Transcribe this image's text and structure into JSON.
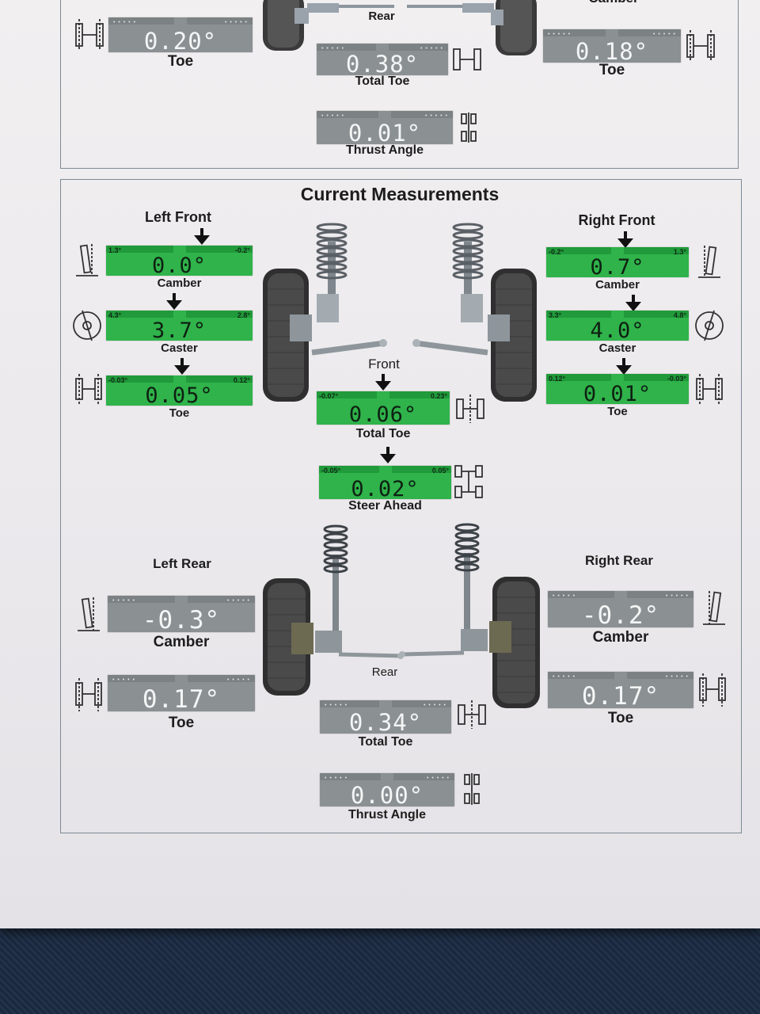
{
  "prev": {
    "rear_label": "Rear",
    "camber_label": "Camber",
    "left_toe": {
      "value": "0.20°",
      "label": "Toe"
    },
    "right_toe": {
      "value": "0.18°",
      "label": "Toe"
    },
    "total_toe": {
      "value": "0.38°",
      "label": "Total Toe"
    },
    "thrust_angle": {
      "value": "0.01°",
      "label": "Thrust Angle"
    }
  },
  "current": {
    "title": "Current Measurements",
    "front_label": "Front",
    "rear_label": "Rear",
    "left_front": {
      "heading": "Left Front",
      "camber": {
        "value": "0.0°",
        "label": "Camber",
        "min": "1.3°",
        "max": "-0.2°"
      },
      "caster": {
        "value": "3.7°",
        "label": "Caster",
        "min": "4.3°",
        "max": "2.8°"
      },
      "toe": {
        "value": "0.05°",
        "label": "Toe",
        "min": "-0.03°",
        "max": "0.12°"
      }
    },
    "right_front": {
      "heading": "Right Front",
      "camber": {
        "value": "0.7°",
        "label": "Camber",
        "min": "-0.2°",
        "max": "1.3°"
      },
      "caster": {
        "value": "4.0°",
        "label": "Caster",
        "min": "3.3°",
        "max": "4.8°"
      },
      "toe": {
        "value": "0.01°",
        "label": "Toe",
        "min": "0.12°",
        "max": "-0.03°"
      }
    },
    "front_total_toe": {
      "value": "0.06°",
      "label": "Total Toe",
      "min": "-0.07°",
      "max": "0.23°"
    },
    "steer_ahead": {
      "value": "0.02°",
      "label": "Steer Ahead",
      "min": "-0.05°",
      "max": "0.05°"
    },
    "left_rear": {
      "heading": "Left Rear",
      "camber": {
        "value": "-0.3°",
        "label": "Camber"
      },
      "toe": {
        "value": "0.17°",
        "label": "Toe"
      }
    },
    "right_rear": {
      "heading": "Right Rear",
      "camber": {
        "value": "-0.2°",
        "label": "Camber"
      },
      "toe": {
        "value": "0.17°",
        "label": "Toe"
      }
    },
    "rear_total_toe": {
      "value": "0.34°",
      "label": "Total Toe"
    },
    "thrust_angle": {
      "value": "0.00°",
      "label": "Thrust Angle"
    }
  },
  "colors": {
    "in_spec": "#2fb34a",
    "no_spec": "#8b9093"
  },
  "icons": [
    "camber-indicator-icon",
    "caster-indicator-icon",
    "toe-indicator-icon",
    "axle-toe-icon",
    "thrust-angle-icon",
    "wheel-suspension-image"
  ]
}
